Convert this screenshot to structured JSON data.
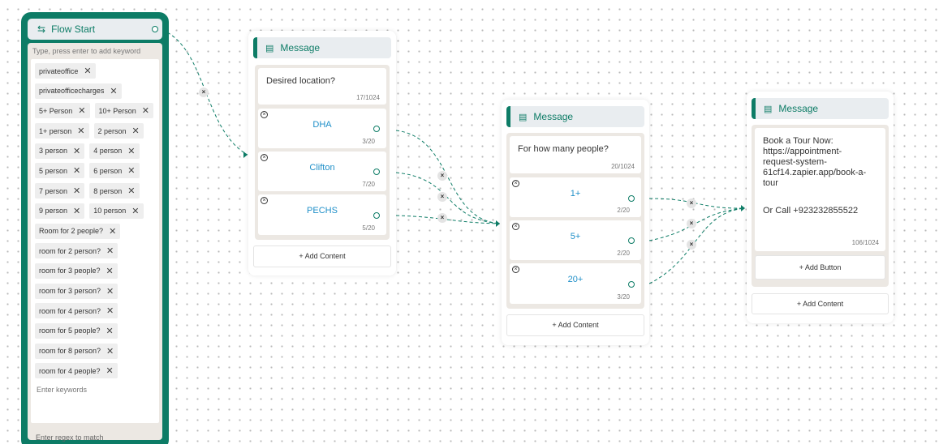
{
  "flow_start": {
    "title": "Flow Start",
    "icon": "flow-icon",
    "keyword_placeholder": "Type, press enter to add keyword",
    "keywords": [
      "privateoffice",
      "privateofficecharges",
      "5+ Person",
      "10+ Person",
      "1+ person",
      "2 person",
      "3 person",
      "4 person",
      "5 person",
      "6 person",
      "7 person",
      "8 person",
      "9 person",
      "10 person",
      "Room for 2 people?",
      "room for 2 person?",
      "room for 3 people?",
      "room for 3 person?",
      "room for 4 person?",
      "room for 5 people?",
      "room for 8 person?",
      "room for 4 people?"
    ],
    "enter_keywords": "Enter keywords",
    "regex_label": "Enter regex to match"
  },
  "message1": {
    "title": "Message",
    "text": "Desired location?",
    "counter": "17/1024",
    "buttons": [
      {
        "label": "DHA",
        "count": "3/20"
      },
      {
        "label": "Clifton",
        "count": "7/20"
      },
      {
        "label": "PECHS",
        "count": "5/20"
      }
    ],
    "add_content": "+ Add Content"
  },
  "message2": {
    "title": "Message",
    "text": "For how many people?",
    "counter": "20/1024",
    "buttons": [
      {
        "label": "1+",
        "count": "2/20"
      },
      {
        "label": "5+",
        "count": "2/20"
      },
      {
        "label": "20+",
        "count": "3/20"
      }
    ],
    "add_content": "+ Add Content"
  },
  "message3": {
    "title": "Message",
    "text_lines": [
      "Book a Tour Now:",
      "https://appointment-",
      "request-system-",
      "61cf14.zapier.app/book-a-",
      "tour"
    ],
    "text_line2": "Or Call +923232855522",
    "counter": "106/1024",
    "add_button": "+ Add Button",
    "add_content": "+ Add Content"
  },
  "edge_delete": "×",
  "colors": {
    "accent": "#0d7c66",
    "link": "#1f8fc8",
    "header_bg": "#e9edf0",
    "frame_bg": "#ece8e3"
  }
}
